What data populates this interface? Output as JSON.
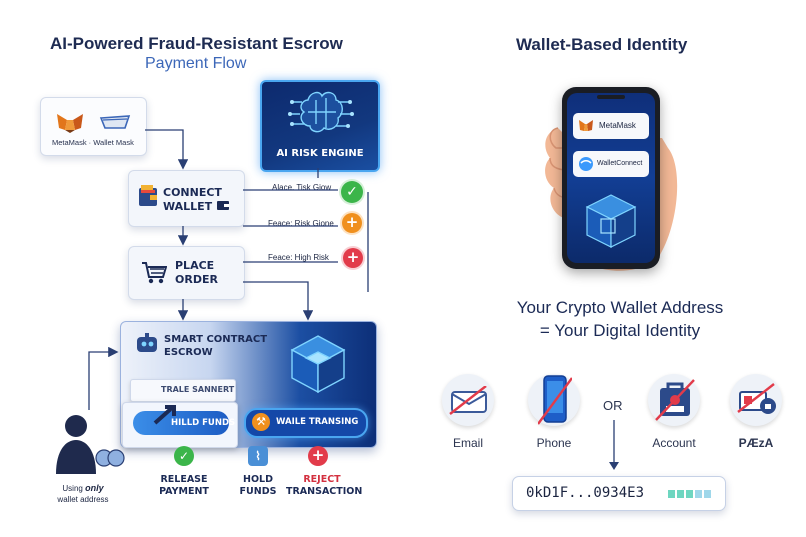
{
  "left": {
    "title": "AI-Powered Fraud-Resistant Escrow",
    "subtitle": "Payment Flow",
    "wallet_box": {
      "label": "MetaMask · Wallet Mask"
    },
    "connect": {
      "line1": "CONNECT",
      "line2": "WALLET"
    },
    "place": {
      "line1": "PLACE",
      "line2": "ORDER"
    },
    "ai": {
      "label": "AI RISK ENGINE"
    },
    "risks": [
      {
        "label": "Alace. Tisk Giow",
        "symbol": "✓",
        "color": "#3bb54a"
      },
      {
        "label": "Feace: Risk Gione",
        "symbol": "+",
        "color": "#f0901e"
      },
      {
        "label": "Feace: High Risk",
        "symbol": "+",
        "color": "#e23b4a"
      }
    ],
    "contract": {
      "line1": "SMART CONTRACT",
      "line2": "ESCROW",
      "trale": "TRALE SANNERT",
      "hold": "HILLD FUNDS",
      "waile": "WAILE TRANSING"
    },
    "user": {
      "line1_a": "Using",
      "line1_b": "only",
      "line2": "wallet address"
    },
    "outcomes": [
      {
        "line1": "RELEASE",
        "line2": "PAYMENT",
        "color": "#1b2a55",
        "badge": "#3bb54a",
        "symbol": "✓"
      },
      {
        "line1": "HOLD",
        "line2": "FUNDS",
        "color": "#1b2a55",
        "badge": "#4a8fd6",
        "symbol": "⌇"
      },
      {
        "line1": "REJECT",
        "line2": "TRANSACTION",
        "color": "#d3303f",
        "badge": "#e23b4a",
        "symbol": "+"
      }
    ]
  },
  "right": {
    "title": "Wallet-Based Identity",
    "phone": {
      "metamask": "MetaMask",
      "walletconnect": "WalletConnect"
    },
    "headline1": "Your Crypto Wallet Address",
    "headline2": "= Your Digital Identity",
    "identities": [
      {
        "label": "Email",
        "icon": "envelope-icon"
      },
      {
        "label": "Phone",
        "icon": "phone-icon"
      },
      {
        "label": "Account",
        "icon": "account-icon"
      },
      {
        "label": "PÆzA",
        "icon": "id-card-icon"
      }
    ],
    "or": "OR",
    "address": "0kD1F...0934E3"
  }
}
